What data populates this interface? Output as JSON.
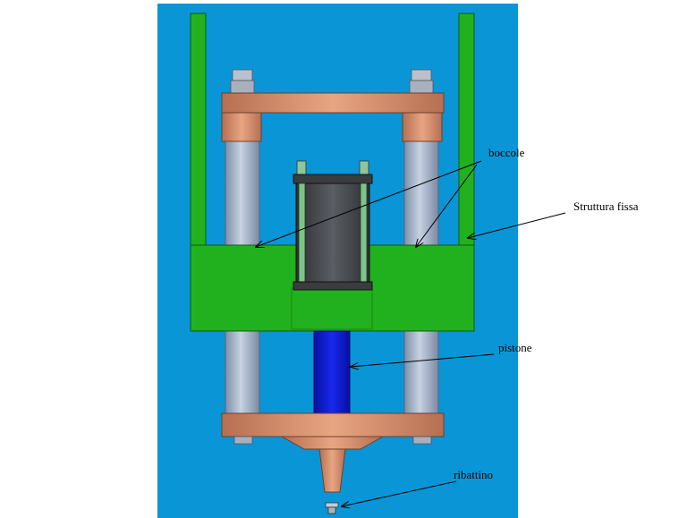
{
  "labels": {
    "boccole": "boccole",
    "struttura_fissa": "Struttura fissa",
    "pistone": "pistone",
    "ribattino": "ribattino"
  },
  "colors": {
    "background": "#ffffff",
    "panel": "#0a96d6",
    "frame_green": "#22b11e",
    "copper": "#d8906e",
    "column": "#a3b3cc",
    "cylinder": "#424549",
    "piston": "#0a14d2",
    "arrow": "#000000"
  }
}
